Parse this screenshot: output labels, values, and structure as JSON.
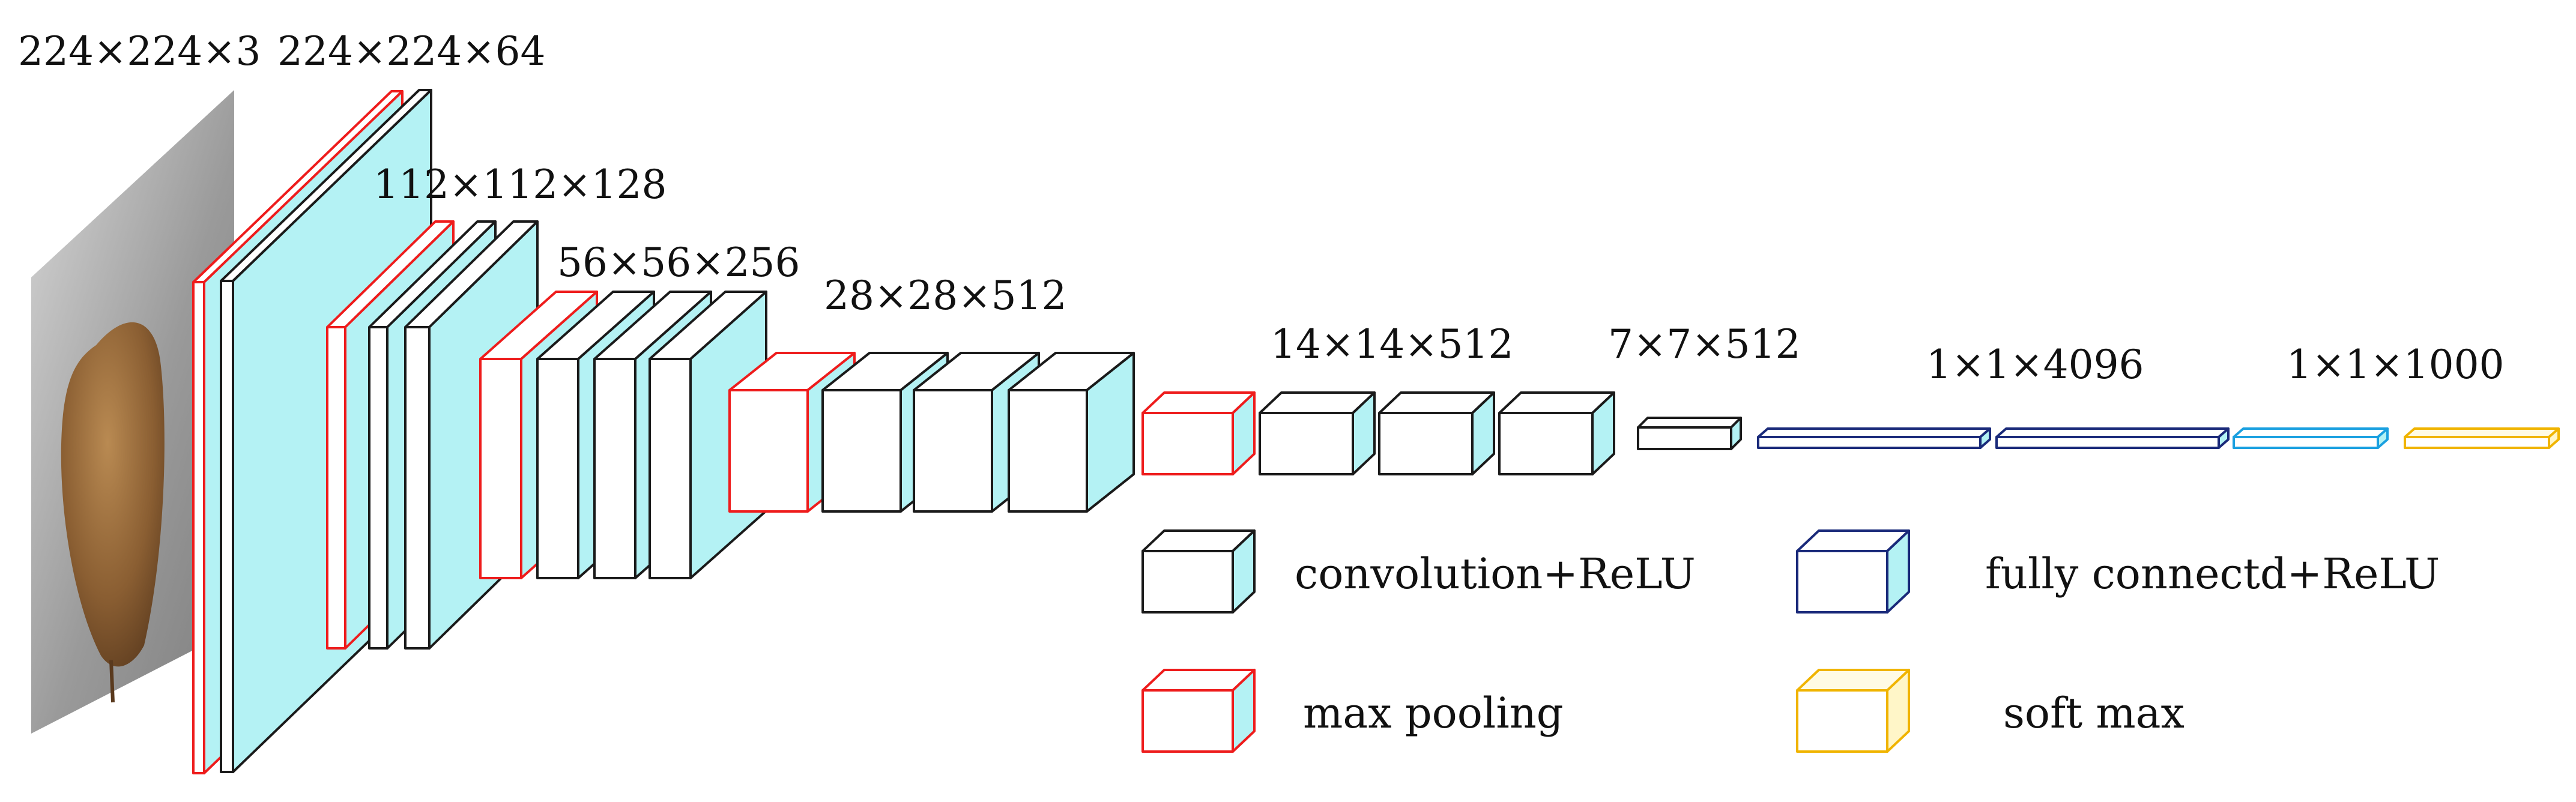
{
  "colors": {
    "conv_stroke": "#1a1a1a",
    "pool_stroke": "#ee1c1c",
    "fc_stroke": "#1a2a7a",
    "fc_out_stroke": "#1aa0e0",
    "softmax_stroke": "#f0b400",
    "side_fill": "#b4f2f4",
    "face_fill": "#ffffff"
  },
  "labels": {
    "input": "224×224×3",
    "block1": "224×224×64",
    "block2": "112×112×128",
    "block3": "56×56×256",
    "block4": "28×28×512",
    "block5": "14×14×512",
    "pool5": "7×7×512",
    "fc": "1×1×4096",
    "out": "1×1×1000"
  },
  "legend": {
    "conv": "convolution+ReLU",
    "fc": "fully connectd+ReLU",
    "pool": "max pooling",
    "softmax": "soft max"
  },
  "input_image": {
    "subject": "potato"
  }
}
